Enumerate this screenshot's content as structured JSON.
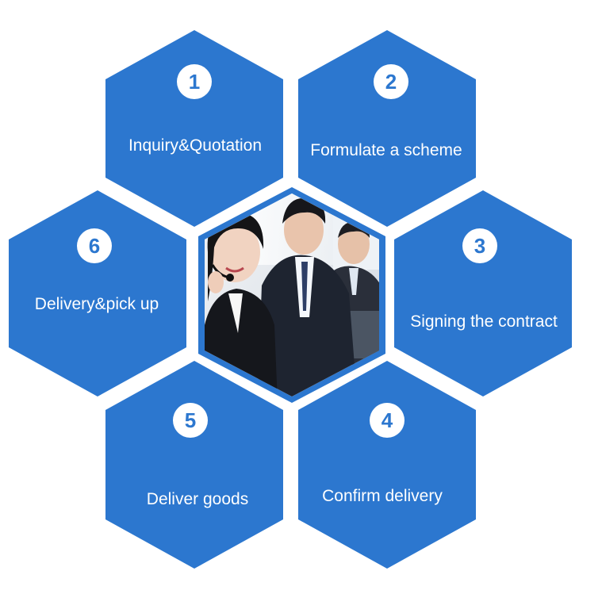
{
  "colors": {
    "hex_fill": "#2c77cf",
    "number_circle_fill": "#ffffff",
    "number_text": "#2c77cf",
    "center_border": "#2c77cf"
  },
  "steps": [
    {
      "number": "1",
      "label": "Inquiry&Quotation"
    },
    {
      "number": "2",
      "label": "Formulate a scheme"
    },
    {
      "number": "3",
      "label": "Signing the contract"
    },
    {
      "number": "4",
      "label": "Confirm delivery"
    },
    {
      "number": "5",
      "label": "Deliver goods"
    },
    {
      "number": "6",
      "label": "Delivery&pick up"
    }
  ],
  "center": {
    "image_description": "customer-service-team-photo"
  }
}
